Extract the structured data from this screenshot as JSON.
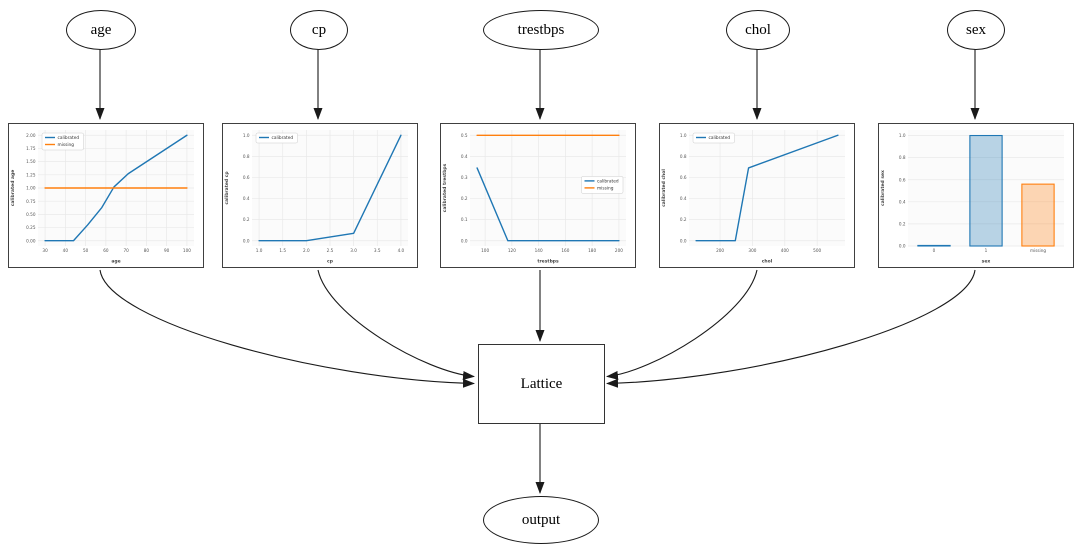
{
  "diagram": {
    "input_nodes": [
      {
        "id": "age",
        "label": "age"
      },
      {
        "id": "cp",
        "label": "cp"
      },
      {
        "id": "trestbps",
        "label": "trestbps"
      },
      {
        "id": "chol",
        "label": "chol"
      },
      {
        "id": "sex",
        "label": "sex"
      }
    ],
    "lattice_node": {
      "label": "Lattice"
    },
    "output_node": {
      "label": "output"
    }
  },
  "colors": {
    "calibrated_line": "#1f77b4",
    "missing_line": "#ff7f0e",
    "edge": "#1a1a1a",
    "grid": "#e9e9e9",
    "plot_bg": "#fbfbfb"
  },
  "chart_data": [
    {
      "feature": "age",
      "type": "line",
      "xlabel": "age",
      "ylabel": "calibrated age",
      "xlim": [
        26.5,
        103.5
      ],
      "ylim": [
        -0.1,
        2.1
      ],
      "xticks": [
        30,
        40,
        50,
        60,
        70,
        80,
        90,
        100
      ],
      "xtick_labels": [
        "30",
        "40",
        "50",
        "60",
        "70",
        "80",
        "90",
        "100"
      ],
      "yticks": [
        0,
        0.25,
        0.5,
        0.75,
        1.0,
        1.25,
        1.5,
        1.75,
        2.0
      ],
      "ytick_labels": [
        "0.00",
        "0.25",
        "0.50",
        "0.75",
        "1.00",
        "1.25",
        "1.50",
        "1.75",
        "2.00"
      ],
      "legend": {
        "loc": "upper-left",
        "entries": [
          {
            "label": "calibrated",
            "color": "#1f77b4"
          },
          {
            "label": "missing",
            "color": "#ff7f0e"
          }
        ]
      },
      "series": [
        {
          "name": "calibrated",
          "color": "#1f77b4",
          "x": [
            30,
            44,
            51,
            58,
            64,
            71,
            100
          ],
          "y": [
            0,
            0,
            0.3,
            0.63,
            1.02,
            1.27,
            2.0
          ]
        },
        {
          "name": "missing",
          "color": "#ff7f0e",
          "x": [
            30,
            100
          ],
          "y": [
            1.0,
            1.0
          ]
        }
      ]
    },
    {
      "feature": "cp",
      "type": "line",
      "xlabel": "cp",
      "ylabel": "calibrated cp",
      "xlim": [
        0.85,
        4.15
      ],
      "ylim": [
        -0.05,
        1.05
      ],
      "xticks": [
        1.0,
        1.5,
        2.0,
        2.5,
        3.0,
        3.5,
        4.0
      ],
      "xtick_labels": [
        "1.0",
        "1.5",
        "2.0",
        "2.5",
        "3.0",
        "3.5",
        "4.0"
      ],
      "yticks": [
        0,
        0.2,
        0.4,
        0.6,
        0.8,
        1.0
      ],
      "ytick_labels": [
        "0.0",
        "0.2",
        "0.4",
        "0.6",
        "0.8",
        "1.0"
      ],
      "legend": {
        "loc": "upper-left",
        "entries": [
          {
            "label": "calibrated",
            "color": "#1f77b4"
          }
        ]
      },
      "series": [
        {
          "name": "calibrated",
          "color": "#1f77b4",
          "x": [
            1,
            2,
            3,
            4
          ],
          "y": [
            0,
            0,
            0.07,
            1.0
          ]
        }
      ]
    },
    {
      "feature": "trestbps",
      "type": "line",
      "xlabel": "trestbps",
      "ylabel": "calibrated trestbps",
      "xlim": [
        88.7,
        205.3
      ],
      "ylim": [
        -0.025,
        0.525
      ],
      "xticks": [
        100,
        120,
        140,
        160,
        180,
        200
      ],
      "xtick_labels": [
        "100",
        "120",
        "140",
        "160",
        "180",
        "200"
      ],
      "yticks": [
        0,
        0.1,
        0.2,
        0.3,
        0.4,
        0.5
      ],
      "ytick_labels": [
        "0.0",
        "0.1",
        "0.2",
        "0.3",
        "0.4",
        "0.5"
      ],
      "legend": {
        "loc": "center-right",
        "entries": [
          {
            "label": "calibrated",
            "color": "#1f77b4"
          },
          {
            "label": "missing",
            "color": "#ff7f0e"
          }
        ]
      },
      "series": [
        {
          "name": "calibrated",
          "color": "#1f77b4",
          "x": [
            94,
            117,
            200
          ],
          "y": [
            0.345,
            0,
            0
          ]
        },
        {
          "name": "missing",
          "color": "#ff7f0e",
          "x": [
            94,
            200
          ],
          "y": [
            0.5,
            0.5
          ]
        }
      ]
    },
    {
      "feature": "chol",
      "type": "line",
      "xlabel": "chol",
      "ylabel": "calibrated chol",
      "xlim": [
        104,
        586
      ],
      "ylim": [
        -0.05,
        1.05
      ],
      "xticks": [
        200,
        300,
        400,
        500
      ],
      "xtick_labels": [
        "200",
        "300",
        "400",
        "500"
      ],
      "yticks": [
        0,
        0.2,
        0.4,
        0.6,
        0.8,
        1.0
      ],
      "ytick_labels": [
        "0.0",
        "0.2",
        "0.4",
        "0.6",
        "0.8",
        "1.0"
      ],
      "legend": {
        "loc": "upper-left",
        "entries": [
          {
            "label": "calibrated",
            "color": "#1f77b4"
          }
        ]
      },
      "series": [
        {
          "name": "calibrated",
          "color": "#1f77b4",
          "x": [
            126,
            247,
            288,
            564
          ],
          "y": [
            0,
            0,
            0.69,
            1.0
          ]
        }
      ]
    },
    {
      "feature": "sex",
      "type": "bar",
      "xlabel": "sex",
      "ylabel": "calibrated sex",
      "categories": [
        "0",
        "1",
        "missing"
      ],
      "values": [
        0.005,
        1.0,
        0.56
      ],
      "bar_colors": [
        "#1f77b4",
        "#1f77b4",
        "#ff7f0e"
      ],
      "ylim": [
        0,
        1.05
      ],
      "yticks": [
        0,
        0.2,
        0.4,
        0.6,
        0.8,
        1.0
      ],
      "ytick_labels": [
        "0.0",
        "0.2",
        "0.4",
        "0.6",
        "0.8",
        "1.0"
      ],
      "legend": null
    }
  ]
}
